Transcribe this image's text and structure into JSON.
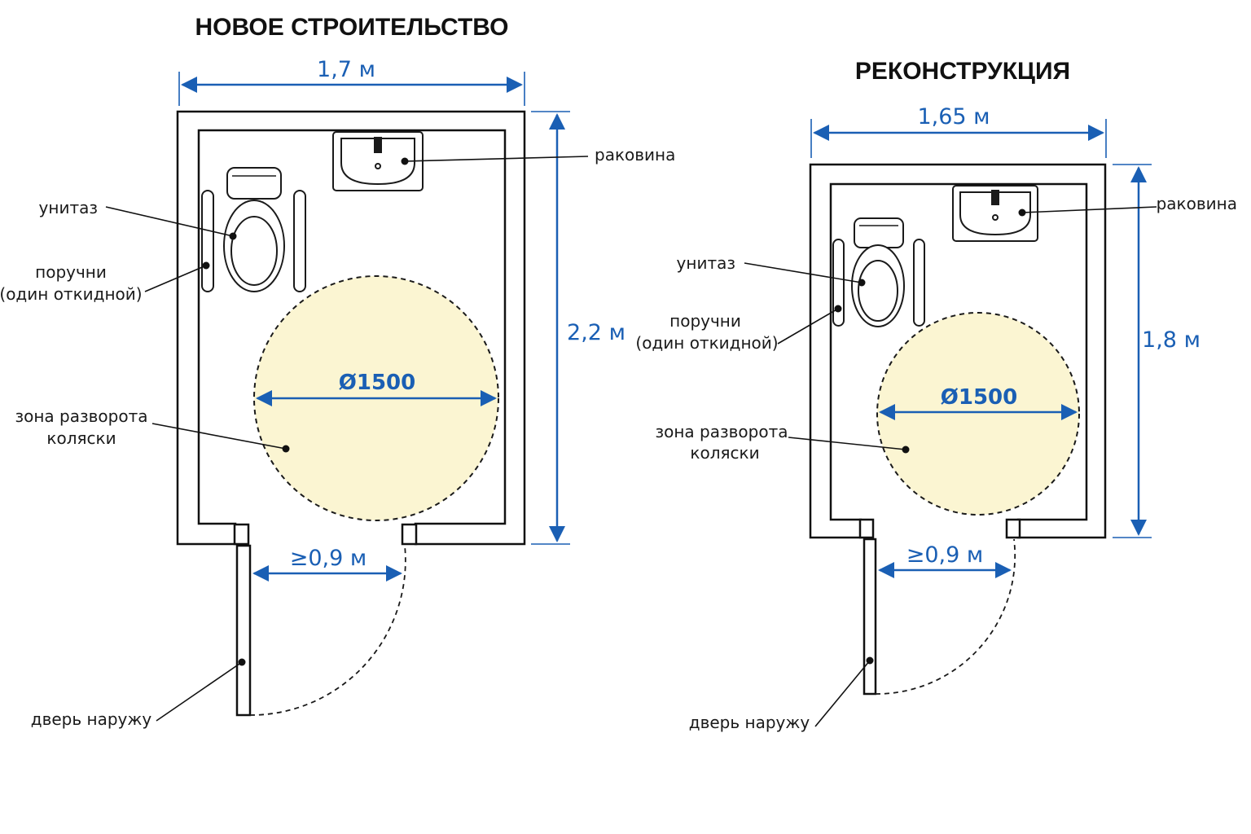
{
  "left": {
    "title": "НОВОЕ СТРОИТЕЛЬСТВО",
    "width": "1,7 м",
    "height": "2,2 м",
    "diameter": "Ø1500",
    "door_width": "≥0,9 м",
    "labels": {
      "sink": "раковина",
      "toilet": "унитаз",
      "rails_1": "поручни",
      "rails_2": "(один откидной)",
      "zone_1": "зона разворота",
      "zone_2": "коляски",
      "door": "дверь наружу"
    }
  },
  "right": {
    "title": "РЕКОНСТРУКЦИЯ",
    "width": "1,65 м",
    "height": "1,8 м",
    "diameter": "Ø1500",
    "door_width": "≥0,9 м",
    "labels": {
      "sink": "раковина",
      "toilet": "унитаз",
      "rails_1": "поручни",
      "rails_2": "(один откидной)",
      "zone_1": "зона разворота",
      "zone_2": "коляски",
      "door": "дверь наружу"
    }
  },
  "colors": {
    "dimension": "#1a5fb4",
    "turning_zone": "#fbf5d2",
    "line": "#111111"
  }
}
